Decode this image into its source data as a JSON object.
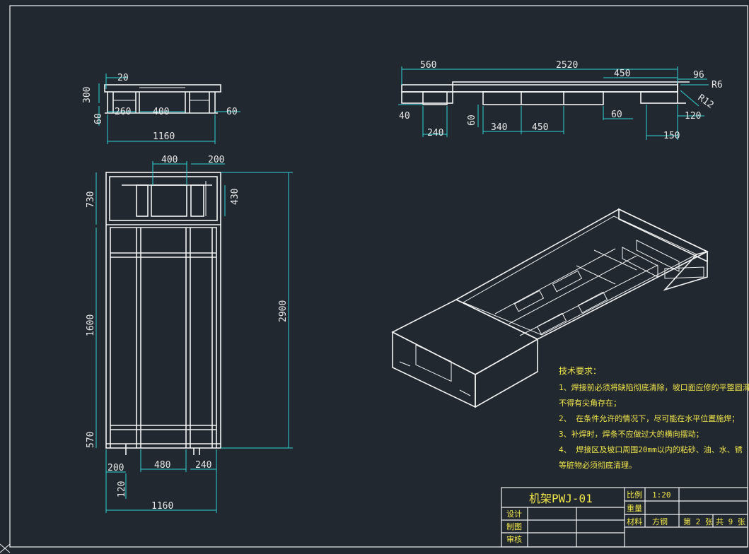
{
  "dims_top_left": {
    "d20": "20",
    "d300": "300",
    "d60": "60",
    "d260": "260",
    "d400": "400",
    "d60b": "60",
    "d1160": "1160"
  },
  "dims_top_right": {
    "d560": "560",
    "d2520": "2520",
    "d450": "450",
    "d96": "96",
    "r6": "R6",
    "r12": "R12",
    "d40": "40",
    "d240": "240",
    "d60": "60",
    "d340": "340",
    "d450b": "450",
    "d60b": "60",
    "d120": "120",
    "d150": "150"
  },
  "dims_front": {
    "d400": "400",
    "d200": "200",
    "d730": "730",
    "d430": "430",
    "d2900": "2900",
    "d1600": "1600",
    "d570": "570",
    "d200b": "200",
    "d480": "480",
    "d240": "240",
    "d120": "120",
    "d1160": "1160"
  },
  "notes": {
    "heading": "技术要求：",
    "line1": "1、焊接前必须将缺陷彻底清除，坡口面应修的平整圆滑。",
    "line2": "不得有尖角存在；",
    "line3": "2、 在条件允许的情况下，尽可能在水平位置施焊；",
    "line4": "3、补焊时，焊条不应做过大的横向摆动；",
    "line5": "4、 焊接区及坡口周围20mm以内的粘砂、油、水、锈",
    "line6": "等脏物必须彻底清理。"
  },
  "title_block": {
    "title": "机架PWJ-01",
    "scale_label": "比例",
    "scale_value": "1:20",
    "weight_label": "重量",
    "material_label": "材料",
    "material_value": "方钢",
    "designer_label": "设计",
    "drafter_label": "制图",
    "reviewer_label": "审核",
    "sheet_no": "第 2 张",
    "sheet_total": "共 9 张"
  }
}
